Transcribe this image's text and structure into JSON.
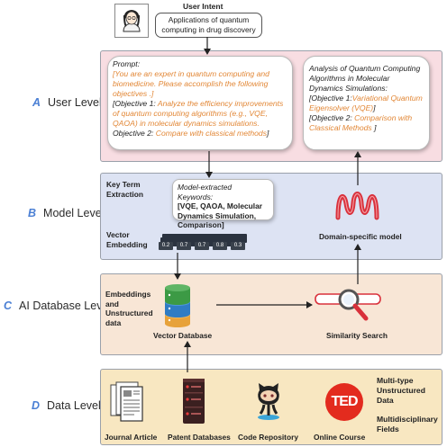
{
  "user_intent": {
    "title": "User Intent",
    "text_line1": "Applications of quantum",
    "text_line2": "computing in drug discovery"
  },
  "levels": [
    {
      "letter": "A",
      "label": "User Level"
    },
    {
      "letter": "B",
      "label": "Model Level"
    },
    {
      "letter": "C",
      "label": "AI Database Level"
    },
    {
      "letter": "D",
      "label": "Data Level"
    }
  ],
  "prompt_card": {
    "title": "Prompt:",
    "role_text": "[You are an expert in quantum computing and biomedicine. Please accomplish the following objectives .]",
    "obj1_label": "[Objective 1",
    "obj1_colon": ": ",
    "obj1_text": "Analyze the efficiency improvements of quantum computing algorithms (e.g., VQE, QAOA) in molecular dynamics simulations.",
    "obj2_label": "Objective 2",
    "obj2_colon": ": ",
    "obj2_text": "Compare with classical methods",
    "close": "]"
  },
  "analysis_card": {
    "title": "Analysis of Quantum Computing Algorithms in Molecular Dynamics Simulations:",
    "obj1_label": "[Objective 1:",
    "obj1_text": "Variational Quantum Eigensolver (VQE)",
    "obj1_close": "]",
    "obj2_label": "[Objective 2: ",
    "obj2_text": "Comparison with Classical Methods",
    "obj2_close": " ]"
  },
  "model_level": {
    "key_term_label": "Key Term Extraction",
    "keywords_title": "Model-extracted Keywords:",
    "keywords_text": "[VQE, QAOA, Molecular Dynamics Simulation, Comparison]",
    "vector_label": "Vector Embedding",
    "vector_values": [
      "0.2",
      "0.7",
      "0.7",
      "0.8",
      "0.3"
    ],
    "model_label": "Domain-specific model"
  },
  "db_level": {
    "left_label": "Embeddings and Unstructured data",
    "db_label": "Vector Database",
    "search_label": "Similarity Search"
  },
  "data_level": {
    "sources": [
      "Journal Article",
      "Patent Databases",
      "Code Repository",
      "Online Course"
    ],
    "ted_text": "TED",
    "right_label_1": "Multi-type Unstructured Data",
    "right_label_2": "Multidisciplinary Fields"
  },
  "colors": {
    "user_panel": "#f8dde2",
    "model_panel": "#dde3f3",
    "db_panel": "#f8e6d6",
    "data_panel": "#f8e7c1",
    "level_letter": "#4a7fd4",
    "orange_text": "#e28736",
    "db_green": "#3c9a45",
    "db_blue": "#2f7cc4",
    "db_orange": "#e7a23a",
    "ted_red": "#e32b1e"
  }
}
